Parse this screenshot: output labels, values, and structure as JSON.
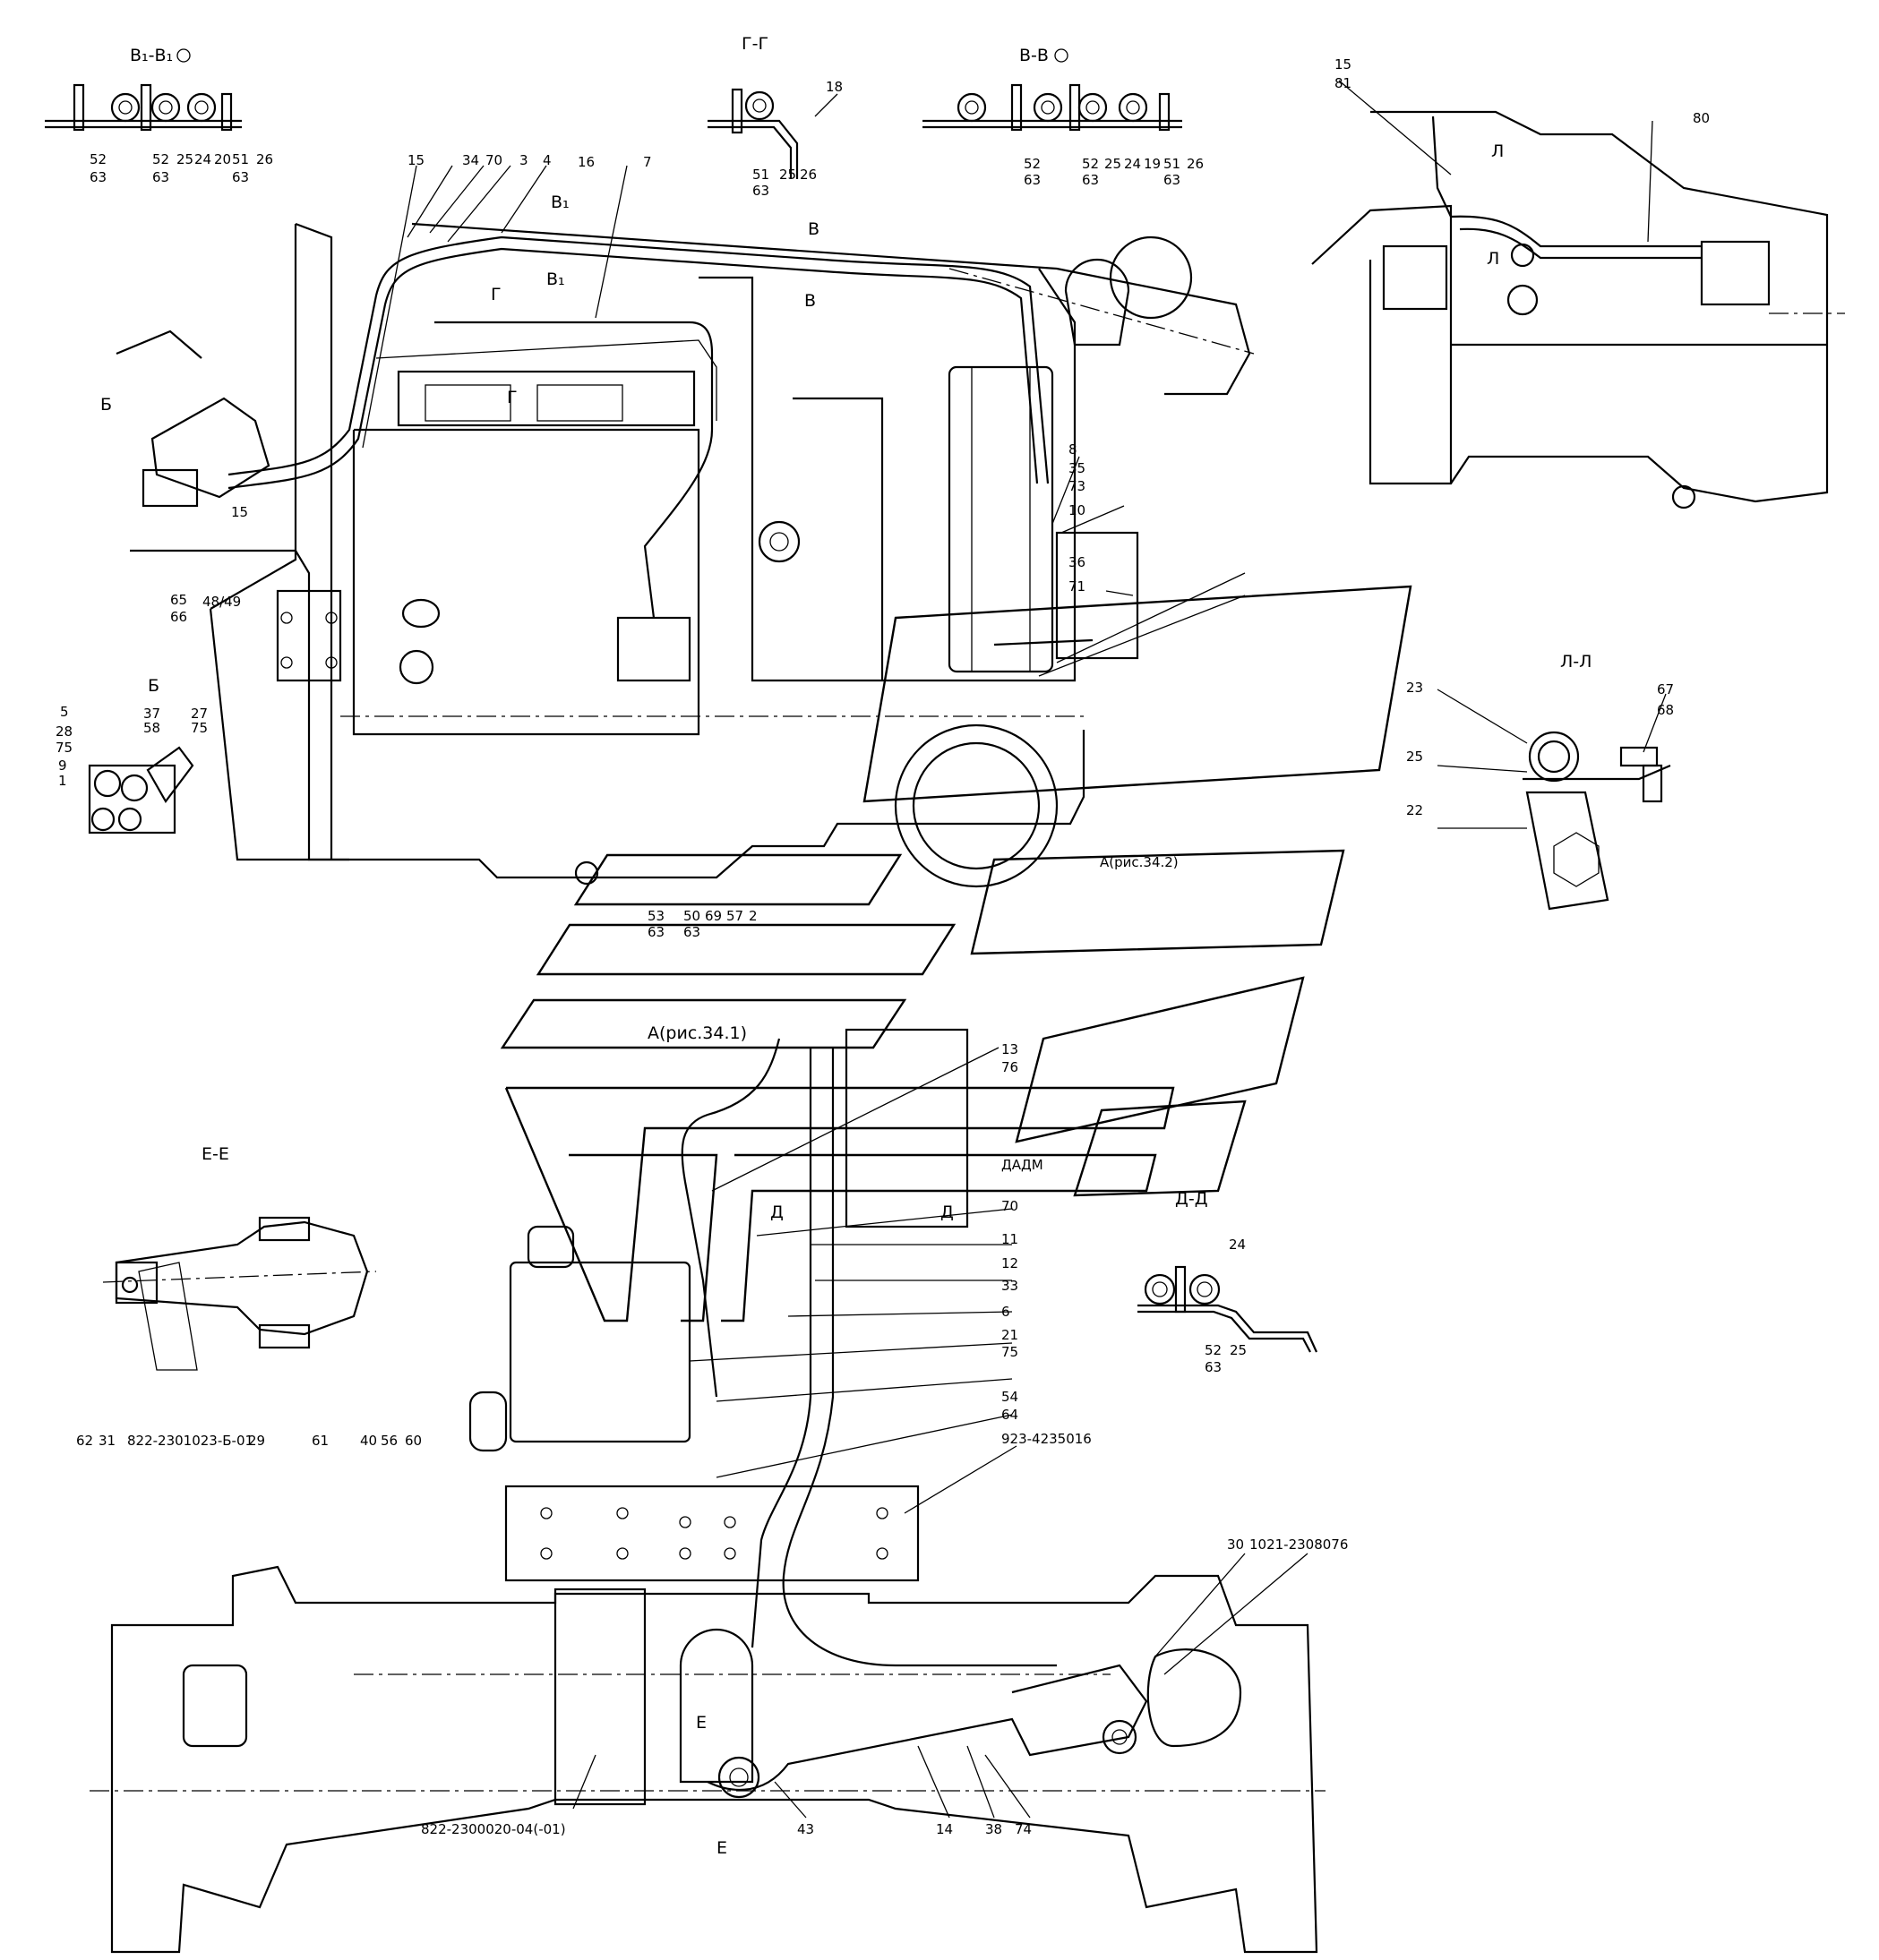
{
  "sections": {
    "v1v1": "В₁-В₁",
    "gg": "Г-Г",
    "vv": "В-В",
    "ll": "Л-Л",
    "ee": "Е-Е",
    "dd": "Д-Д",
    "b": "Б",
    "b_view": "Б"
  },
  "cut_marks": {
    "v1": "В₁",
    "v": "В",
    "g": "Г",
    "l": "Л",
    "d": "Д",
    "e": "Е"
  },
  "view_refs": {
    "a_fig_34_2": "А(рис.34.2)",
    "a_fig_34_1": "А(рис.34.1)"
  },
  "callouts": {
    "c15": "15",
    "c34": "34",
    "c70": "70",
    "c3": "3",
    "c4": "4",
    "c16": "16",
    "c7": "7",
    "c18": "18",
    "c8": "8",
    "c35": "35",
    "c73": "73",
    "c10": "10",
    "c36": "36",
    "c71": "71",
    "c65": "65",
    "c66": "66",
    "c48_49": "48/49",
    "c15b": "15",
    "c53": "53",
    "c63": "63",
    "c50": "50",
    "c69": "69",
    "c57": "57",
    "c2": "2",
    "c5": "5",
    "c37": "37",
    "c58": "58",
    "c27": "27",
    "c75": "75",
    "c28": "28",
    "c9": "9",
    "c1": "1",
    "c80": "80",
    "c81": "81",
    "c23": "23",
    "c25": "25",
    "c22": "22",
    "c67": "67",
    "c68": "68",
    "c13": "13",
    "c76": "76",
    "dadm": "ДАДМ",
    "c11": "11",
    "c12": "12",
    "c33": "33",
    "c6": "6",
    "c21": "21",
    "c54": "54",
    "c64": "64",
    "p923": "923-4235016",
    "c24": "24",
    "c52": "52",
    "c51": "51",
    "c26": "26",
    "c20": "20",
    "c19": "19",
    "c62": "62",
    "c31": "31",
    "p822_b01": "822-2301023-Б-01",
    "c29": "29",
    "c61": "61",
    "c40": "40",
    "c56": "56",
    "c60": "60",
    "c30": "30",
    "p1021": "1021-2308076",
    "p822_04": "822-2300020-04(-01)",
    "c43": "43",
    "c14": "14",
    "c38": "38",
    "c74": "74"
  }
}
